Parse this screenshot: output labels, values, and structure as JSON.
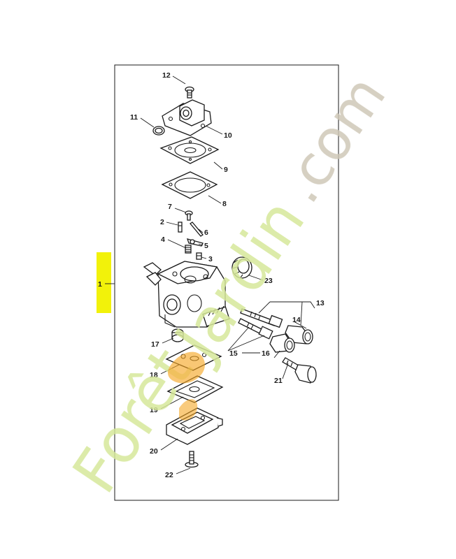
{
  "diagram": {
    "callouts": [
      "1",
      "2",
      "3",
      "4",
      "5",
      "6",
      "7",
      "8",
      "9",
      "10",
      "11",
      "12",
      "13",
      "14",
      "15",
      "16",
      "17",
      "18",
      "19",
      "20",
      "21",
      "22",
      "23"
    ],
    "highlight_color": "#f2f20a",
    "watermark": {
      "text_orange_part": "Forêt",
      "text_green_part": "Jardin",
      "text_grey_part": ".com",
      "color_green": "#d6e89a",
      "color_orange": "#f5a623",
      "color_grey": "#cfc8b8"
    }
  }
}
